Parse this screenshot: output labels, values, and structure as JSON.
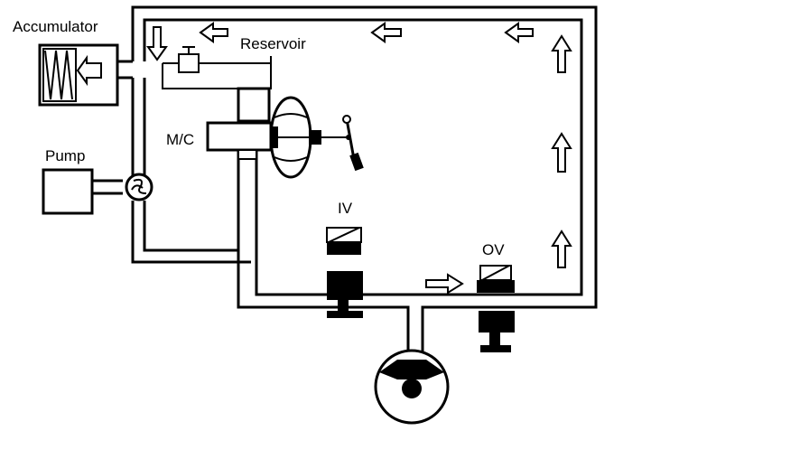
{
  "labels": {
    "accumulator": "Accumulator",
    "reservoir": "Reservoir",
    "master_cylinder": "M/C",
    "pump": "Pump",
    "inlet_valve": "IV",
    "outlet_valve": "OV"
  },
  "colors": {
    "line": "#000000",
    "background": "#ffffff"
  },
  "icons": {
    "flow_arrow": "hollow-arrow",
    "pump_symbol": "impeller-icon",
    "valve_symbol": "solenoid-valve-icon",
    "wheel_brake": "wheel-cylinder-icon",
    "brake_booster": "vacuum-booster-icon",
    "brake_pedal": "brake-pedal-icon",
    "accumulator_spring": "spring-icon"
  }
}
